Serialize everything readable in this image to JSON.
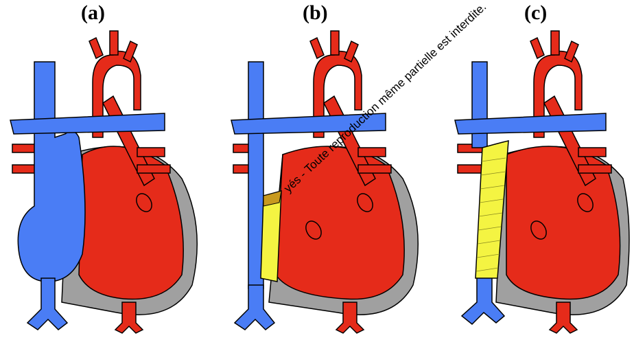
{
  "panels": [
    {
      "label": "(a)"
    },
    {
      "label": "(b)"
    },
    {
      "label": "(c)"
    }
  ],
  "watermark": "yés - Toute reproduction même partielle est interdite.",
  "colors": {
    "venous": "#4a7df5",
    "arterial": "#e52b1a",
    "pericardium": "#a0a0a0",
    "graft": "#f4f442",
    "outline": "#000000"
  },
  "icons": [
    "heart-diagram",
    "vena-cava",
    "aorta",
    "pulmonary-artery",
    "graft-conduit"
  ]
}
